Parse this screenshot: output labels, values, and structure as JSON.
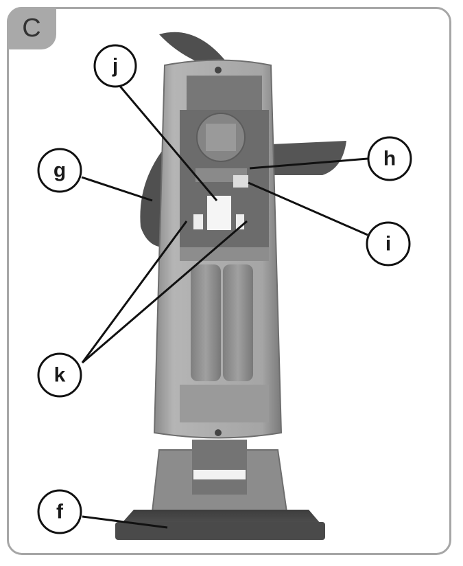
{
  "panel_label": "C",
  "callouts": {
    "f": "f",
    "g": "g",
    "h": "h",
    "i": "i",
    "j": "j",
    "k": "k"
  },
  "colors": {
    "frame": "#a6a6a6",
    "tab": "#a9a9a9",
    "body_light": "#a8a8a8",
    "body_dark": "#6a6a6a",
    "blade": "#555555"
  }
}
